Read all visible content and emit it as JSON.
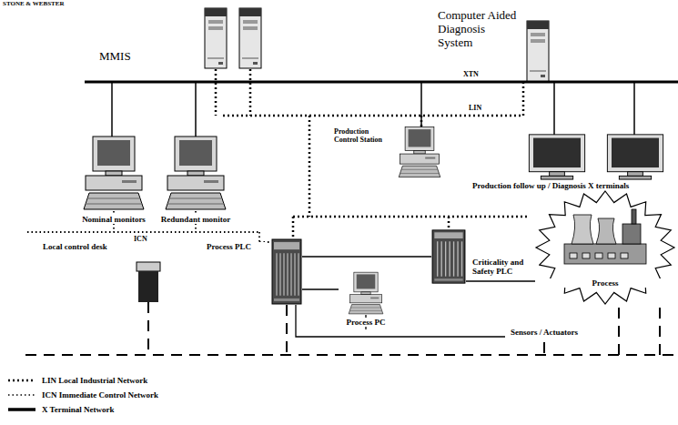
{
  "diagram": {
    "nodes": [
      {
        "text": [
          "MMIS"
        ]
      },
      {
        "text": [
          "Computer Aided Diagnosis System"
        ]
      },
      {
        "text": [
          "Nominal monitors"
        ]
      },
      {
        "text": [
          "Redundant monitor"
        ]
      },
      {
        "text": [
          "Production Control Station"
        ]
      },
      {
        "text": [
          "Production follow up / Diagnosis X terminals"
        ]
      },
      {
        "text": [
          "Local control desk"
        ]
      },
      {
        "text": [
          "Process PLC"
        ]
      },
      {
        "text": [
          "Criticality and Safety PLC"
        ]
      },
      {
        "text": [
          "Process"
        ]
      },
      {
        "text": [
          "Process PC"
        ]
      },
      {
        "text": [
          "Sensors / Actuators"
        ]
      }
    ],
    "edges": [
      {
        "from": 7,
        "to": 10,
        "arrow": "none"
      },
      {
        "from": 7,
        "to": 8,
        "arrow": "none"
      },
      {
        "from": 8,
        "to": 9,
        "arrow": "none"
      }
    ],
    "labels": [
      "STONE & WEBSTER",
      "XTN",
      "LIN",
      "ICN"
    ],
    "legend": [
      {
        "text": "LIN Local Industrial Network"
      },
      {
        "text": "ICN Immediate Control Network"
      },
      {
        "text": "X Terminal Network"
      }
    ]
  }
}
